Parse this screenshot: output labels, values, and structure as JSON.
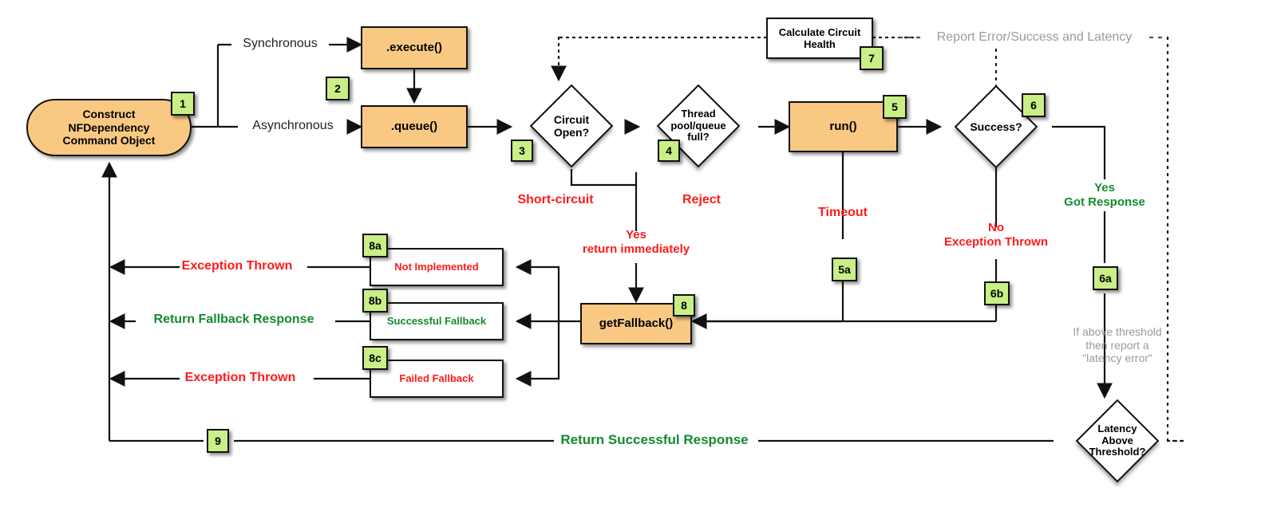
{
  "diagram": {
    "title": "Hystrix command execution flow chart",
    "colors": {
      "command_fill": "#f9c983",
      "decision_fill": "#ffffff",
      "badge_fill": "#c9ef86",
      "error_text": "#ff1a1a",
      "success_text": "#148a2f",
      "note_text": "#9a9a9a",
      "stroke": "#111111"
    }
  },
  "nodes": {
    "construct": {
      "label": "Construct\nNFDependency\nCommand Object",
      "badge": "1",
      "shape": "stadium",
      "fill": "orange"
    },
    "execute": {
      "label": ".execute()",
      "badge": "",
      "shape": "rect",
      "fill": "orange"
    },
    "queue": {
      "label": ".queue()",
      "badge": "2",
      "shape": "rect",
      "fill": "orange"
    },
    "circuit_open": {
      "label": "Circuit\nOpen?",
      "badge": "3",
      "shape": "diamond",
      "fill": "white"
    },
    "thread_pool": {
      "label": "Thread\npool/queue\nfull?",
      "badge": "4",
      "shape": "diamond",
      "fill": "white"
    },
    "run": {
      "label": "run()",
      "badge": "5",
      "shape": "rect",
      "fill": "orange"
    },
    "success": {
      "label": "Success?",
      "badge": "6",
      "shape": "diamond",
      "fill": "white"
    },
    "calc_health": {
      "label": "Calculate Circuit\nHealth",
      "badge": "7",
      "shape": "rect",
      "fill": "white"
    },
    "get_fallback": {
      "label": "getFallback()",
      "badge": "8",
      "shape": "rect",
      "fill": "orange"
    },
    "not_impl": {
      "label": "Not Implemented",
      "badge": "8a",
      "shape": "rect",
      "fill": "white",
      "text_color": "error"
    },
    "succ_fb": {
      "label": "Successful Fallback",
      "badge": "8b",
      "shape": "rect",
      "fill": "white",
      "text_color": "success"
    },
    "failed_fb": {
      "label": "Failed Fallback",
      "badge": "8c",
      "shape": "rect",
      "fill": "white",
      "text_color": "error"
    },
    "latency": {
      "label": "Latency\nAbove\nThreshold?",
      "badge": "",
      "shape": "diamond",
      "fill": "white"
    }
  },
  "edge_labels": {
    "synchronous": "Synchronous",
    "asynchronous": "Asynchronous",
    "short_circuit": "Short-circuit",
    "reject": "Reject",
    "timeout": "Timeout",
    "yes_return_immediately": "Yes\nreturn immediately",
    "no_exception_thrown": "No\nException Thrown",
    "yes_got_response": "Yes\nGot Response",
    "exception_thrown_a": "Exception Thrown",
    "return_fallback_response": "Return Fallback Response",
    "exception_thrown_c": "Exception Thrown",
    "return_successful_response": "Return Successful Response",
    "report_error": "Report Error/Success and Latency",
    "latency_note": "If above threshold\nthen report a\n\"latency error\""
  },
  "edge_badges": {
    "timeout_branch": "5a",
    "latency_branch": "6a",
    "exception_branch": "6b",
    "return_success": "9"
  }
}
